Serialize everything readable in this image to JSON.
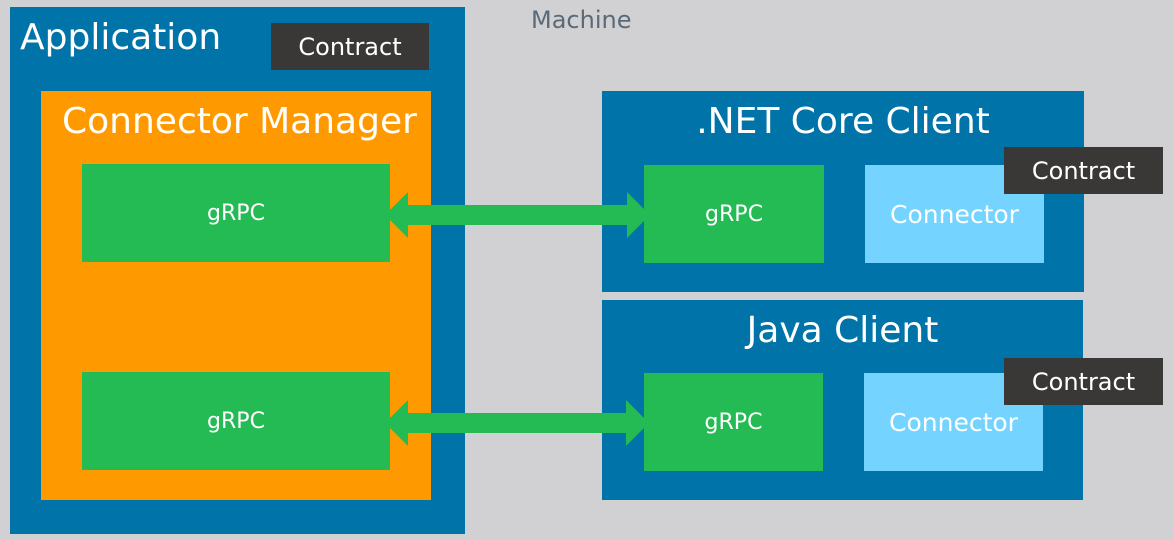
{
  "machine": {
    "label": "Machine"
  },
  "application": {
    "label": "Application",
    "contract_label": "Contract",
    "connector_manager": {
      "label": "Connector Manager",
      "grpc_top": "gRPC",
      "grpc_bottom": "gRPC"
    }
  },
  "net_core_client": {
    "label": ".NET Core Client",
    "grpc": "gRPC",
    "connector": "Connector",
    "contract_label": "Contract"
  },
  "java_client": {
    "label": "Java Client",
    "grpc": "gRPC",
    "connector": "Connector",
    "contract_label": "Contract"
  },
  "colors": {
    "background": "#d1d0d2",
    "container_blue": "#0073a8",
    "manager_orange": "#ff9900",
    "grpc_green": "#25bb54",
    "connector_lightblue": "#75d4ff",
    "contract_dark": "#3a3737",
    "machine_text": "#5b6a78"
  }
}
